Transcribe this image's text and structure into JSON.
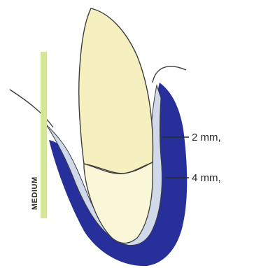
{
  "diagram": {
    "labels": {
      "medium": "MEDIUM",
      "upper_measure": "2 mm,",
      "lower_measure": "4 mm,"
    },
    "colors": {
      "background": "#ffffff",
      "bone": "#27309a",
      "soft_tissue": "#cfd9ea",
      "crown": "#f6efbf",
      "root": "#faf7d8",
      "outline": "#3c3c3c",
      "medium_bar": "#d5e59a",
      "leader_line": "#2a2a2a"
    }
  }
}
